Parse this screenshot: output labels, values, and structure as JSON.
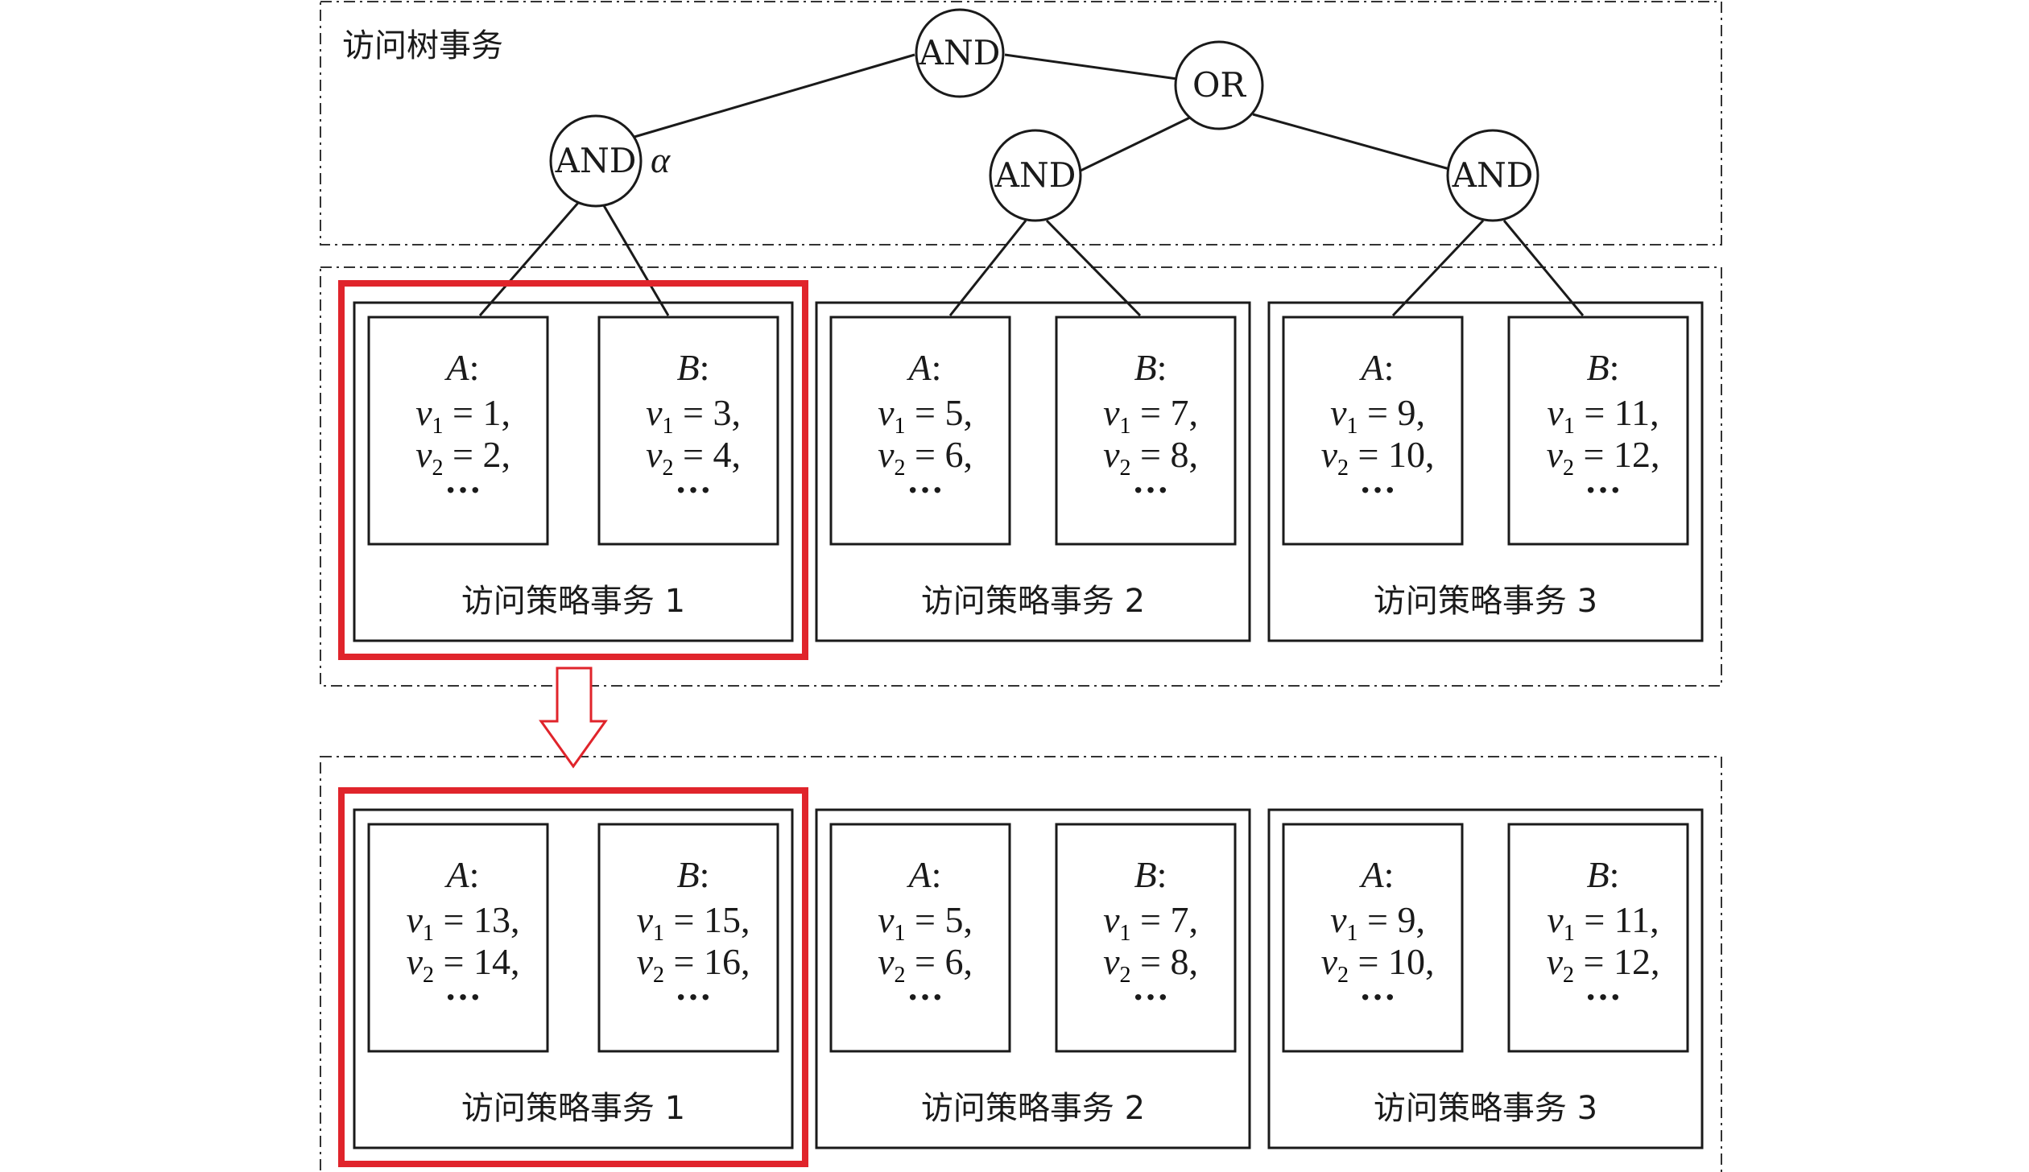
{
  "tree_panel": {
    "title": "访问树事务",
    "nodes": [
      {
        "id": "root",
        "label": "AND"
      },
      {
        "id": "left",
        "label": "AND",
        "annotation": "α"
      },
      {
        "id": "or",
        "label": "OR"
      },
      {
        "id": "mid",
        "label": "AND"
      },
      {
        "id": "right",
        "label": "AND"
      }
    ]
  },
  "policy_rows": [
    {
      "row": "before",
      "transactions": [
        {
          "label": "访问策略事务 1",
          "highlighted": true,
          "attributes": [
            {
              "name": "A",
              "v1": "1",
              "v2": "2"
            },
            {
              "name": "B",
              "v1": "3",
              "v2": "4"
            }
          ]
        },
        {
          "label": "访问策略事务 2",
          "highlighted": false,
          "attributes": [
            {
              "name": "A",
              "v1": "5",
              "v2": "6"
            },
            {
              "name": "B",
              "v1": "7",
              "v2": "8"
            }
          ]
        },
        {
          "label": "访问策略事务 3",
          "highlighted": false,
          "attributes": [
            {
              "name": "A",
              "v1": "9",
              "v2": "10"
            },
            {
              "name": "B",
              "v1": "11",
              "v2": "12"
            }
          ]
        }
      ]
    },
    {
      "row": "after",
      "transactions": [
        {
          "label": "访问策略事务 1",
          "highlighted": true,
          "attributes": [
            {
              "name": "A",
              "v1": "13",
              "v2": "14"
            },
            {
              "name": "B",
              "v1": "15",
              "v2": "16"
            }
          ]
        },
        {
          "label": "访问策略事务 2",
          "highlighted": false,
          "attributes": [
            {
              "name": "A",
              "v1": "5",
              "v2": "6"
            },
            {
              "name": "B",
              "v1": "7",
              "v2": "8"
            }
          ]
        },
        {
          "label": "访问策略事务 3",
          "highlighted": false,
          "attributes": [
            {
              "name": "A",
              "v1": "9",
              "v2": "10"
            },
            {
              "name": "B",
              "v1": "11",
              "v2": "12"
            }
          ]
        }
      ]
    }
  ],
  "var_names": {
    "v": "v",
    "sub1": "1",
    "sub2": "2",
    "ellipsis": "···"
  },
  "colors": {
    "line": "#1a1a1a",
    "highlight": "#e0242b"
  }
}
